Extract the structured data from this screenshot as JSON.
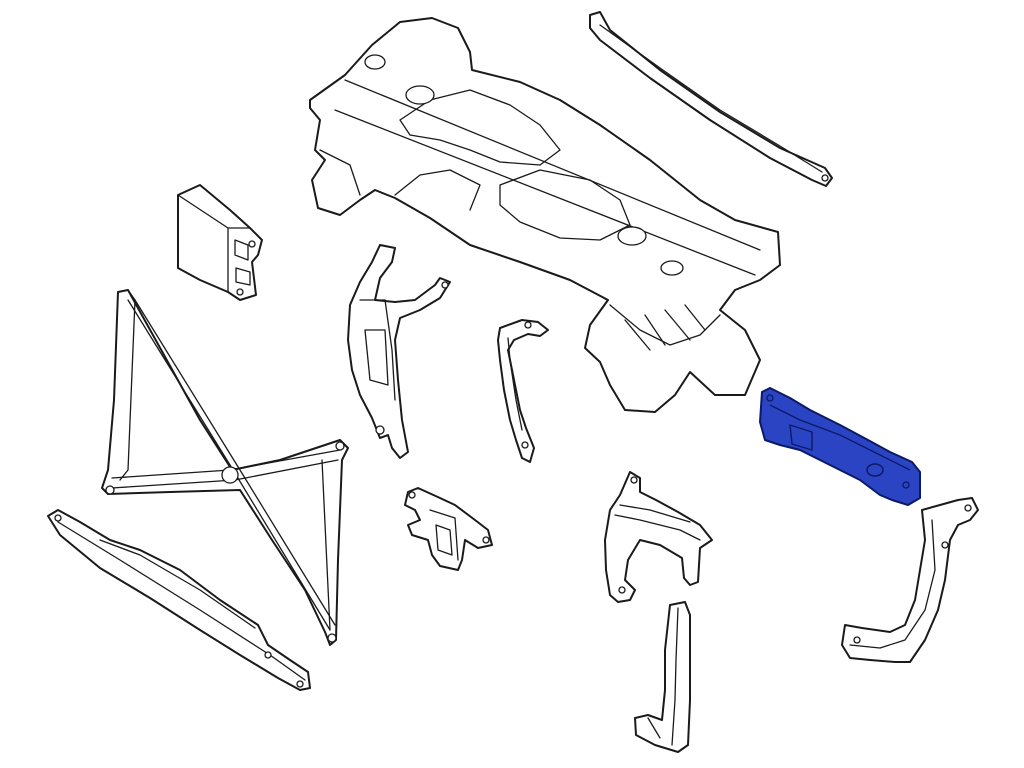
{
  "diagram": {
    "colors": {
      "background": "#ffffff",
      "outline": "#1a1a1a",
      "highlight_fill": "#2b44c4",
      "highlight_outline": "#0b1a66"
    },
    "parts": [
      {
        "name": "dash-panel-carrier",
        "highlighted": false
      },
      {
        "name": "upper-tie-bar",
        "highlighted": false
      },
      {
        "name": "control-module",
        "highlighted": false
      },
      {
        "name": "left-bracket",
        "highlighted": false
      },
      {
        "name": "center-support-rod",
        "highlighted": false
      },
      {
        "name": "x-brace-frame",
        "highlighted": false
      },
      {
        "name": "lower-rail",
        "highlighted": false
      },
      {
        "name": "small-mount-bracket",
        "highlighted": false
      },
      {
        "name": "center-bracket",
        "highlighted": false
      },
      {
        "name": "vertical-support",
        "highlighted": false
      },
      {
        "name": "right-side-bracket",
        "highlighted": true
      },
      {
        "name": "right-l-support",
        "highlighted": false
      }
    ]
  }
}
